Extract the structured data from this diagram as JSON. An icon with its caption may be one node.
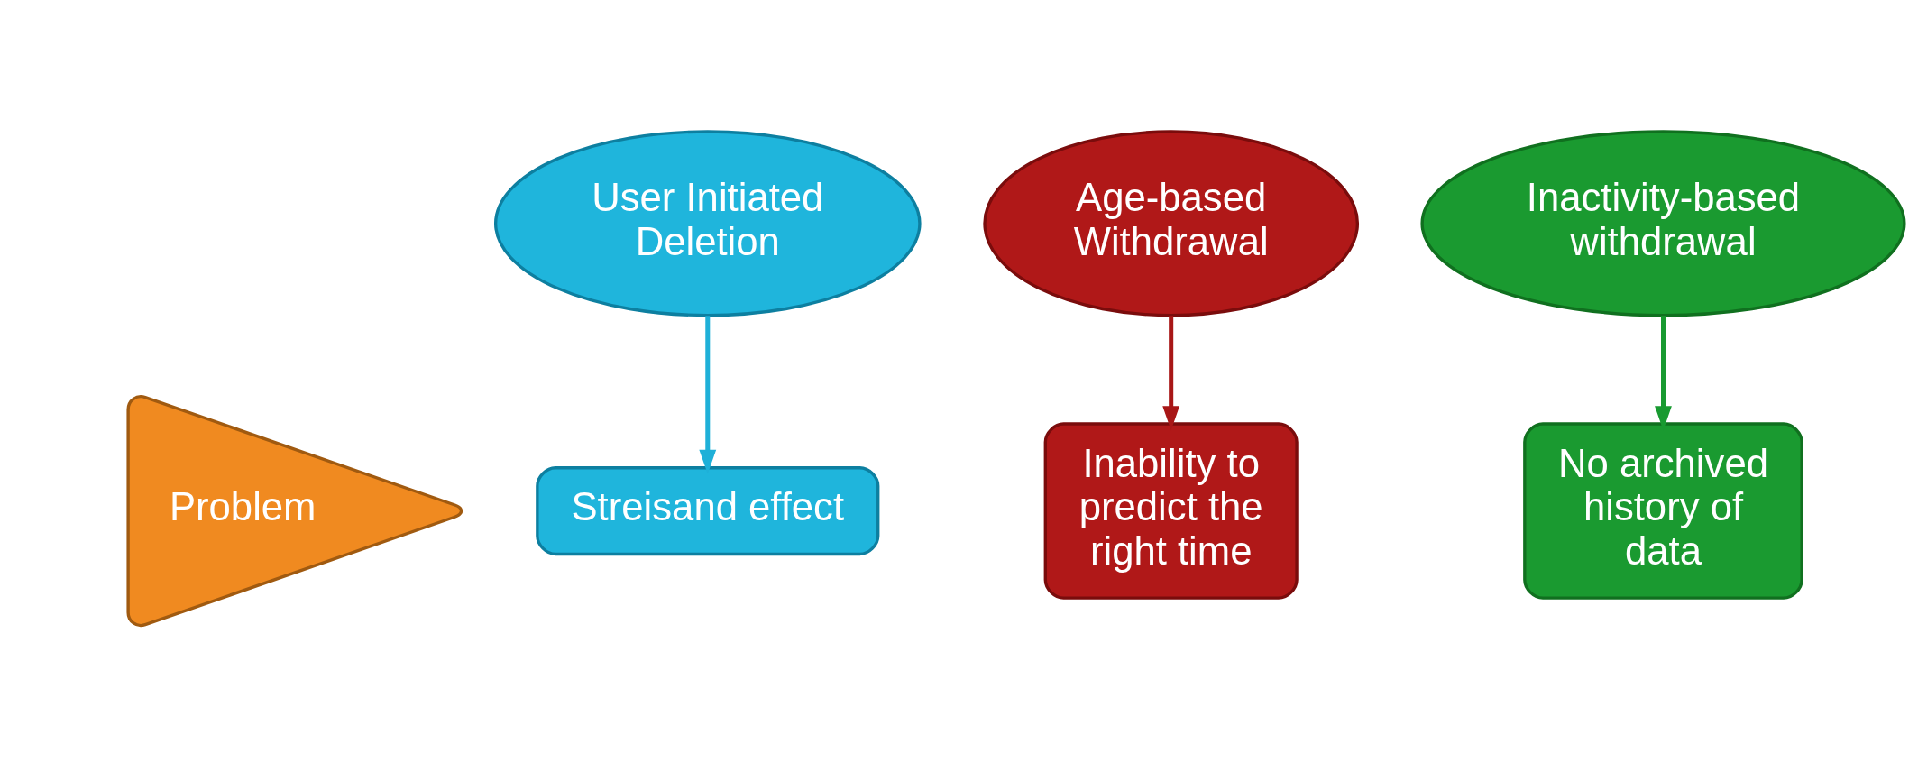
{
  "diagram": {
    "nodes": [
      {
        "text": [
          "User Initiated Deletion"
        ]
      },
      {
        "text": [
          "Age-based Withdrawal"
        ]
      },
      {
        "text": [
          "Inactivity-based withdrawal"
        ]
      },
      {
        "text": [
          "Problem"
        ]
      },
      {
        "text": [
          "Streisand effect"
        ]
      },
      {
        "text": [
          "Inability to predict the right time"
        ]
      },
      {
        "text": [
          "No archived history of data"
        ]
      }
    ],
    "edges": [
      {
        "from": 0,
        "to": 4,
        "arrow": "to",
        "color": "#1fb0d8"
      },
      {
        "from": 1,
        "to": 5,
        "arrow": "to",
        "color": "#a81616"
      },
      {
        "from": 2,
        "to": 6,
        "arrow": "to",
        "color": "#189a30"
      }
    ]
  }
}
